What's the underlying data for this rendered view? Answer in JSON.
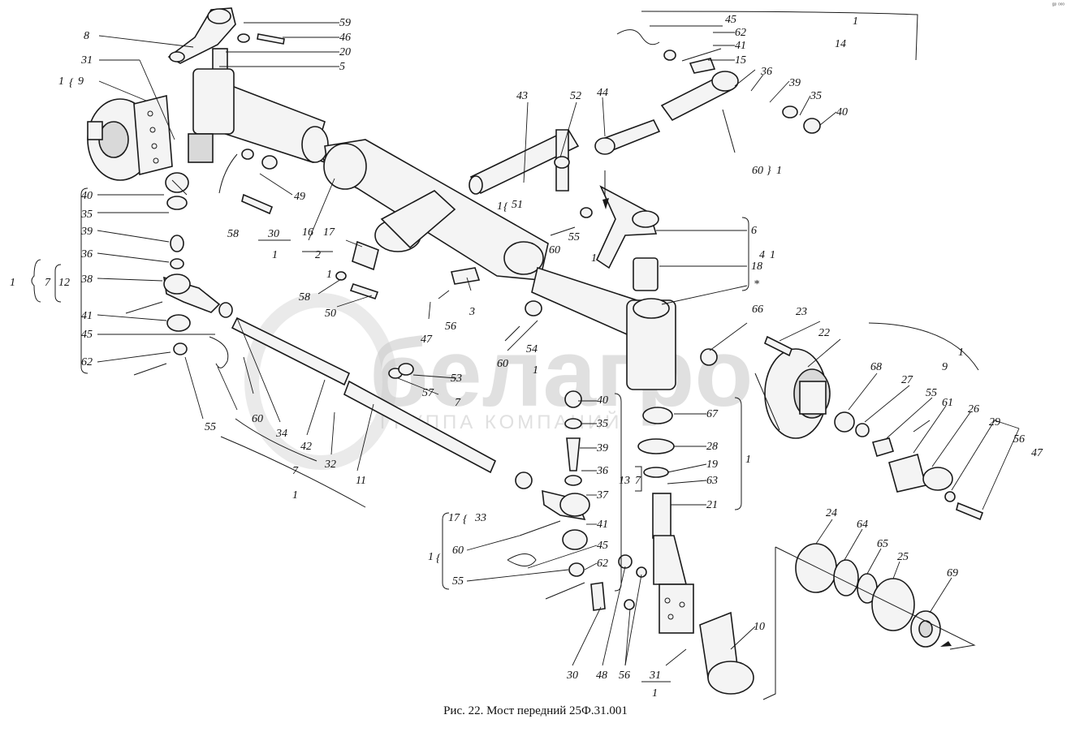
{
  "caption": "Рис. 22. Мост передний 25Ф.31.001",
  "corner_mark": "ᵍᵖ ᵒᵒᵒ",
  "watermark": {
    "brand": "белагро",
    "subtitle": "ГРУППА КОМПАНИЙ"
  },
  "callouts": {
    "c59": "59",
    "c46": "46",
    "c20": "20",
    "c5": "5",
    "c8": "8",
    "c31a": "31",
    "c1_9_top": "1",
    "c9_top": "9",
    "c45_top": "45",
    "c62_top": "62",
    "c41_top": "41",
    "c15": "15",
    "c36_top": "36",
    "c39_top": "39",
    "c35_top": "35",
    "c40_top": "40",
    "c14": "14",
    "c1_14": "1",
    "c60_top": "60",
    "c1_60": "1",
    "c43": "43",
    "c52": "52",
    "c44": "44",
    "c1_51": "1",
    "c51": "51",
    "c60_mid": "60",
    "c55_mid": "55",
    "c1_mid": "1",
    "c6": "6",
    "c18": "18",
    "c4": "4",
    "c1_4": "1",
    "star": "*",
    "c40_l": "40",
    "c35_l": "35",
    "c39_l": "39",
    "c36_l": "36",
    "c38_l": "38",
    "c41_l": "41",
    "c45_l": "45",
    "c62_l": "62",
    "c1_12": "1",
    "c7_12": "7",
    "c12": "12",
    "c49": "49",
    "c58_a": "58",
    "c30_a": "30",
    "c1_30": "1",
    "c16": "16",
    "c17": "17",
    "c2": "2",
    "c1_2": "1",
    "c58_b": "58",
    "c50": "50",
    "c47_a": "47",
    "c56_a": "56",
    "c3": "3",
    "c60_b": "60",
    "c54": "54",
    "c1_54": "1",
    "c53": "53",
    "c57": "57",
    "c7_b": "7",
    "c66": "66",
    "c23": "23",
    "c22": "22",
    "c9_r": "9",
    "c1_9_r": "1",
    "c68": "68",
    "c27": "27",
    "c55_r": "55",
    "c61": "61",
    "c26": "26",
    "c29": "29",
    "c56_r": "56",
    "c47_r": "47",
    "c60_l": "60",
    "c34": "34",
    "c42": "42",
    "c32": "32",
    "c55_l": "55",
    "c7_l": "7",
    "c11": "11",
    "c1_l": "1",
    "c40_c": "40",
    "c35_c": "35",
    "c39_c": "39",
    "c36_c": "36",
    "c37": "37",
    "c41_c": "41",
    "c45_c": "45",
    "c62_c": "62",
    "c60_c": "60",
    "c55_c": "55",
    "c17_33": "17",
    "c33": "33",
    "c1_c": "1",
    "c67": "67",
    "c28": "28",
    "c19": "19",
    "c63": "63",
    "c21": "21",
    "c1_r": "1",
    "c13": "13",
    "c7_13": "7",
    "c24": "24",
    "c64": "64",
    "c65": "65",
    "c25": "25",
    "c69": "69",
    "c30_b": "30",
    "c48": "48",
    "c56_b": "56",
    "c31_b": "31",
    "c1_31": "1",
    "c10": "10"
  }
}
